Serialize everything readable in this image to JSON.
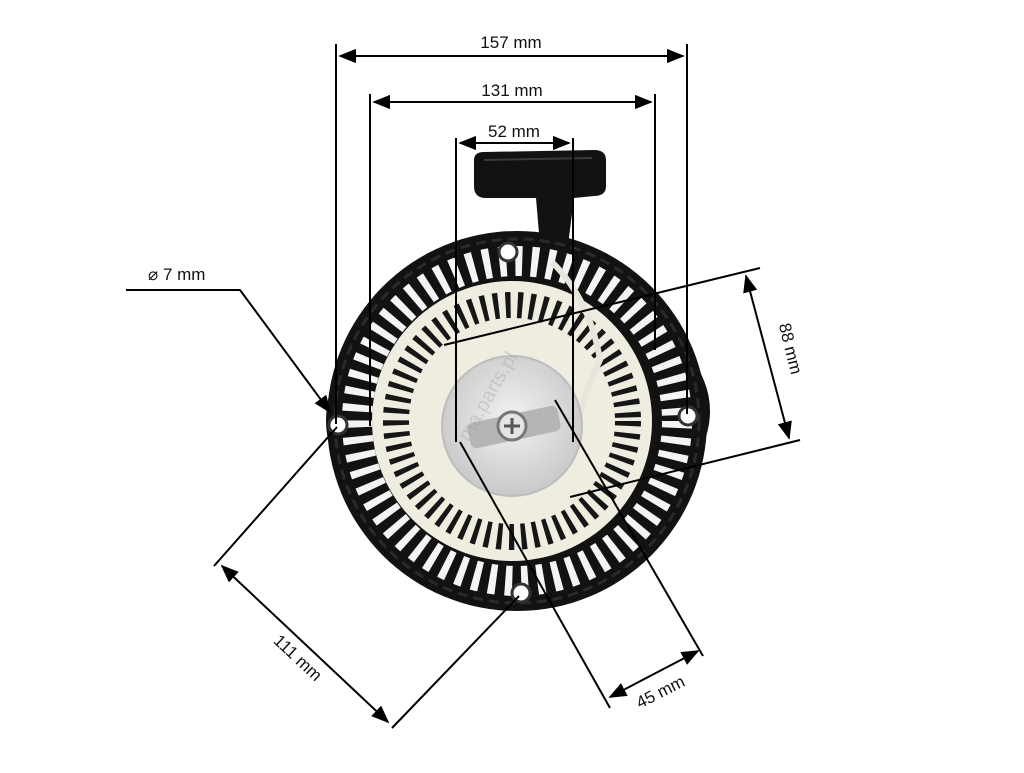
{
  "diagram": {
    "subject": "recoil starter assembly",
    "colors": {
      "housing": "#131313",
      "pulley": "#efece0",
      "hub": "#dcdcdc",
      "dimension_line": "#000000"
    },
    "dimensions": {
      "overall_width": "157 mm",
      "inner_width": "131 mm",
      "handle_width": "52 mm",
      "hole_diameter": "⌀ 7 mm",
      "mount_spacing_right": "88 mm",
      "mount_spacing_bottom_left": "111 mm",
      "hub_span": "45 mm"
    }
  }
}
